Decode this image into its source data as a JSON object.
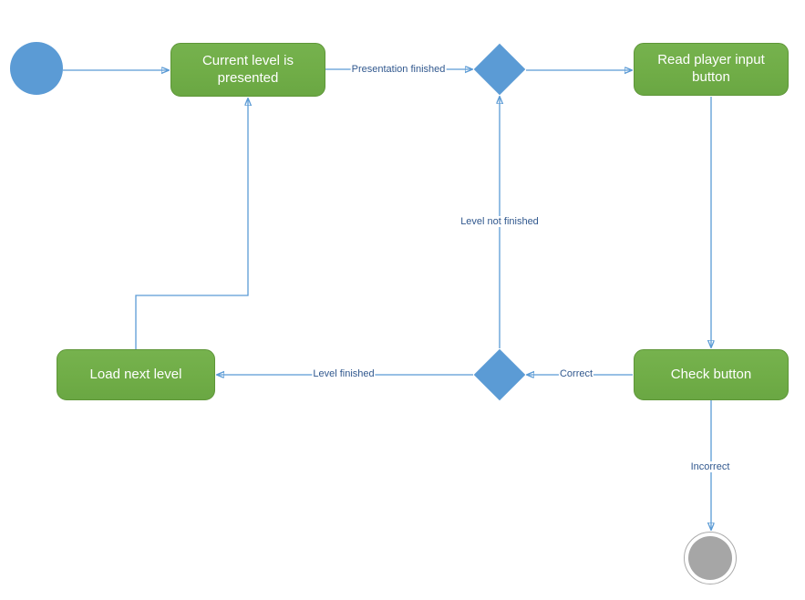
{
  "diagram_type": "activity-flowchart",
  "nodes": {
    "start": {
      "type": "initial-node"
    },
    "current_level": {
      "label": "Current level is presented"
    },
    "read_player_input": {
      "label": "Read player input button"
    },
    "check_button": {
      "label": "Check button"
    },
    "load_next_level": {
      "label": "Load next level"
    },
    "end": {
      "type": "final-node"
    }
  },
  "edges": {
    "presentation_finished": {
      "label": "Presentation finished",
      "from": "current_level",
      "to": "decision_1"
    },
    "level_not_finished": {
      "label": "Level not finished",
      "from": "decision_2",
      "to": "decision_1"
    },
    "correct": {
      "label": "Correct",
      "from": "check_button",
      "to": "decision_2"
    },
    "level_finished": {
      "label": "Level finished",
      "from": "decision_2",
      "to": "load_next_level"
    },
    "incorrect": {
      "label": "Incorrect",
      "from": "check_button",
      "to": "end"
    }
  },
  "colors": {
    "action_fill": "#70AD47",
    "action_border": "#5E9638",
    "control_fill": "#5B9BD5",
    "connector_stroke": "#5B9BD5",
    "arrowhead_fill": "#4A82C0",
    "edge_label_text": "#31588E",
    "final_node_fill": "#A6A6A6",
    "node_text": "#FFFFFF"
  }
}
